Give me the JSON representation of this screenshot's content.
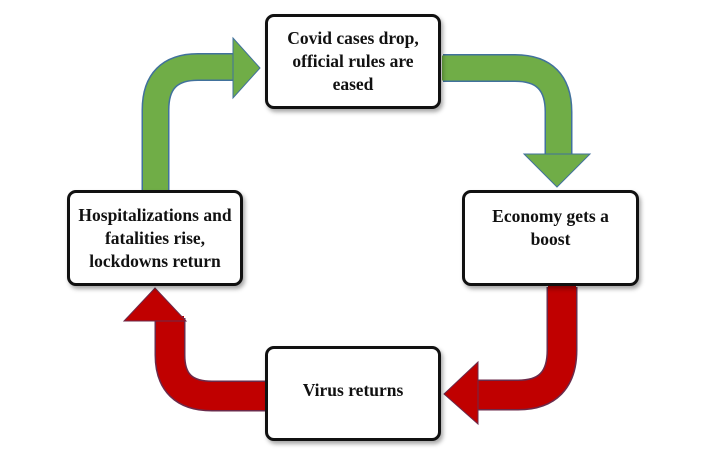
{
  "diagram": {
    "type": "cycle",
    "nodes": [
      {
        "id": "top",
        "label": "Covid cases drop, official rules are eased"
      },
      {
        "id": "right",
        "label": "Economy gets a boost"
      },
      {
        "id": "bottom",
        "label": "Virus returns"
      },
      {
        "id": "left",
        "label": "Hospitalizations and fatalities rise, lockdowns return"
      }
    ],
    "edges": [
      {
        "from": "left",
        "to": "top",
        "color": "#70ad47"
      },
      {
        "from": "top",
        "to": "right",
        "color": "#70ad47"
      },
      {
        "from": "right",
        "to": "bottom",
        "color": "#c00000"
      },
      {
        "from": "bottom",
        "to": "left",
        "color": "#c00000"
      }
    ]
  }
}
